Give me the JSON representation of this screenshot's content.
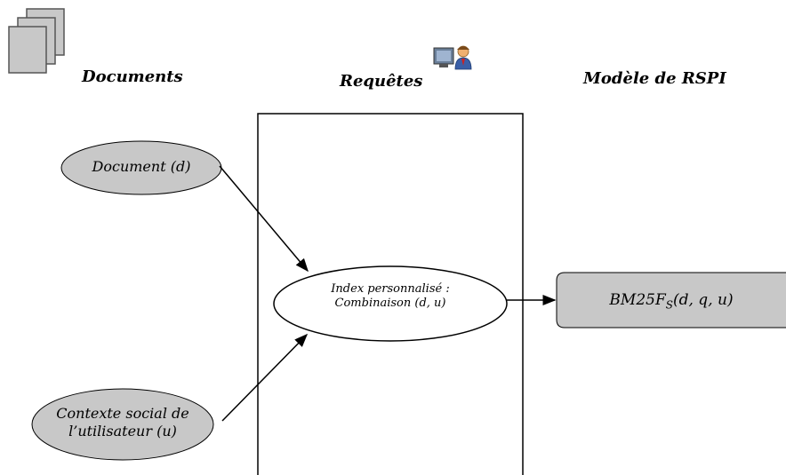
{
  "headings": {
    "documents": "Documents",
    "requetes": "Requêtes",
    "modele": "Modèle de RSPI"
  },
  "nodes": {
    "document": "Document (d)",
    "contexte_line1": "Contexte social de",
    "contexte_line2": "l’utilisateur (u)",
    "index_line1": "Index personnalisé :",
    "index_line2": "Combinaison (d, u)",
    "bm25": "BM25F",
    "bm25_sub": "S",
    "bm25_args": "(d, q, u)"
  },
  "colors": {
    "node_fill": "#c8c8c8",
    "stroke": "#000000",
    "white": "#ffffff"
  },
  "icons": [
    "documents-stack-icon",
    "user-computer-icon"
  ]
}
